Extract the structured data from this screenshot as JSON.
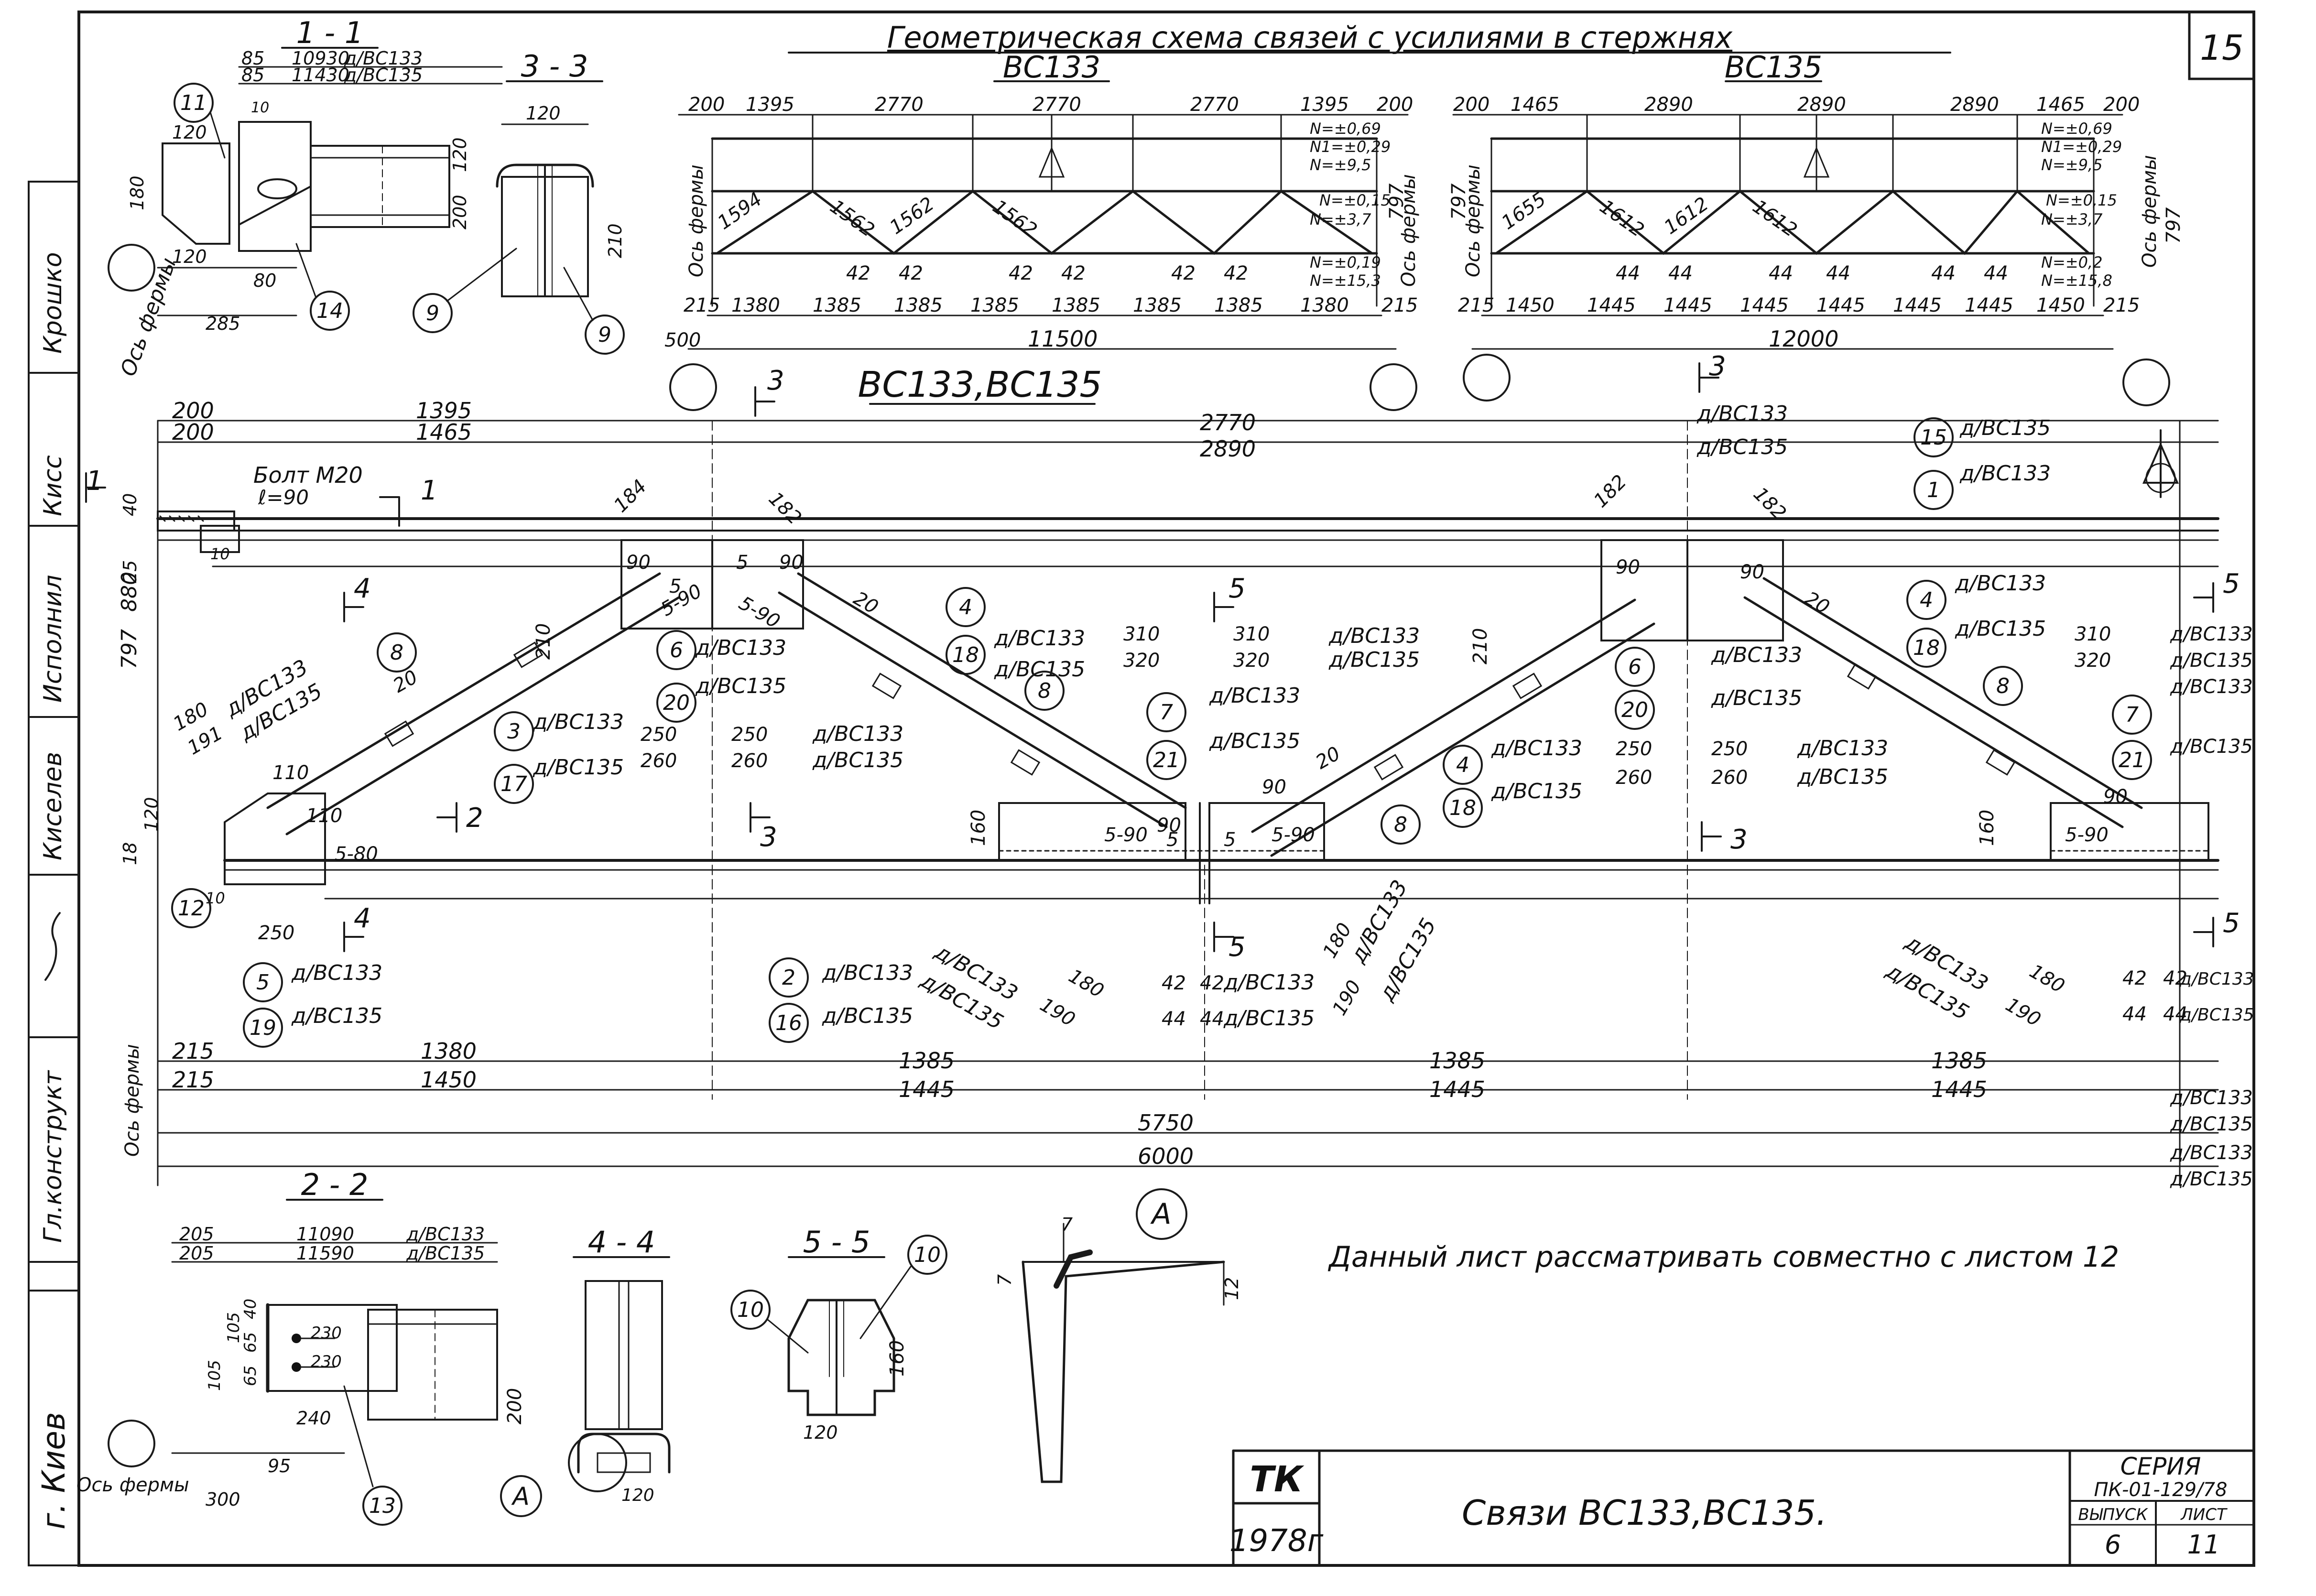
{
  "sheet": {
    "number": "15",
    "title": "Геометрическая схема связей с усилиями в стержнях",
    "scheme_left": "ВС133",
    "scheme_right": "ВС135",
    "main_title": "ВС133,ВС135",
    "note": "Данный лист рассматривать совместно с листом 12",
    "city": "г. Киев",
    "stamp_tk": "ТК",
    "stamp_year": "1978г",
    "drawing_name": "Связи ВС133,ВС135.",
    "series_label": "СЕРИЯ",
    "series_value": "ПК-01-129/78",
    "issue_label": "ВЫПУСК",
    "issue_value": "6",
    "list_label": "ЛИСТ",
    "list_value": "11"
  },
  "sidebar": [
    "Крошко",
    "Кисс",
    "Исполнил",
    "Киселев",
    "Гл.конструкт"
  ],
  "sections": {
    "s11": "1 - 1",
    "s22": "2 - 2",
    "s33": "3 - 3",
    "s44": "4 - 4",
    "s55": "5 - 5",
    "detail_a": "А"
  },
  "scheme_left_dims": {
    "top": [
      "200",
      "1395",
      "2770",
      "2770",
      "2770",
      "1395",
      "200"
    ],
    "bottom": [
      "215",
      "1380",
      "1385",
      "1385",
      "1385",
      "1385",
      "1385",
      "1385",
      "1380",
      "215"
    ],
    "diag": [
      "1594",
      "1562",
      "1562",
      "1562"
    ],
    "gap": [
      "42",
      "42",
      "42",
      "42",
      "42",
      "42"
    ],
    "total": "11500",
    "extra": "500",
    "height": "797",
    "forces_top": [
      "N=±0,69",
      "N1=±0,29",
      "N=±9,5"
    ],
    "forces_mid": [
      "N=±0,15",
      "N=±3,7"
    ],
    "forces_bot": [
      "N=±0,19",
      "N=±15,3"
    ]
  },
  "scheme_right_dims": {
    "top": [
      "200",
      "1465",
      "2890",
      "2890",
      "2890",
      "1465",
      "200"
    ],
    "bottom": [
      "215",
      "1450",
      "1445",
      "1445",
      "1445",
      "1445",
      "1445",
      "1445",
      "1450",
      "215"
    ],
    "diag": [
      "1655",
      "1612",
      "1612",
      "1612"
    ],
    "gap": [
      "44",
      "44",
      "44",
      "44",
      "44",
      "44"
    ],
    "total": "12000",
    "height": "797",
    "forces_top": [
      "N=±0,69",
      "N1=±0,29",
      "N=±9,5"
    ],
    "forces_mid": [
      "N=±0,15",
      "N=±3,7"
    ],
    "forces_bot": [
      "N=±0,2",
      "N=±15,8"
    ]
  },
  "axis_label": "Ось фермы",
  "main_dims": {
    "top1": "200",
    "top1b": "200",
    "top2": "1395",
    "top2b": "1465",
    "top3": "2770",
    "top3b": "2890",
    "bottom1": "215",
    "bottom1b": "215",
    "bottom2": "1380",
    "bottom2b": "1450",
    "bottom3": "1385",
    "bottom3b": "1445",
    "bottom4": "1385",
    "bottom4b": "1445",
    "bottom5": "1385",
    "bottom5b": "1445",
    "total1": "5750",
    "total2": "6000",
    "h880": "880",
    "h797": "797",
    "h25": "25",
    "h40": "40",
    "h18": "18",
    "h120": "120",
    "bolt": "Болт М20",
    "bolt_l": "ℓ=90"
  },
  "marks": {
    "p1": "1",
    "p2": "2",
    "p3": "3",
    "p4": "4",
    "p5": "5",
    "p6": "6",
    "p7": "7",
    "p8": "8",
    "p9": "9",
    "p10": "10",
    "p11": "11",
    "p12": "12",
    "p13": "13",
    "p14": "14",
    "p15": "15",
    "p16": "16",
    "p17": "17",
    "p18": "18",
    "p19": "19",
    "p20": "20",
    "p21": "21"
  },
  "tags": {
    "a133": "д/ВС133",
    "a135": "д/ВС135"
  },
  "misc_dims": {
    "d184": "184",
    "d182": "182",
    "d210": "210",
    "d90": "90",
    "d5": "5",
    "d590": "5-90",
    "d580": "5-80",
    "d310": "310",
    "d320": "320",
    "d250": "250",
    "d260": "260",
    "d180": "180",
    "d191": "191",
    "d190": "190",
    "d110": "110",
    "d160": "160",
    "d42": "42",
    "d44": "44",
    "d20": "20",
    "d10": "10",
    "s11_85": "85",
    "s11_10930": "10930",
    "s11_11430": "11430",
    "s11_120": "120",
    "s11_180": "180",
    "s11_80": "80",
    "s11_285": "285",
    "s11_200": "200",
    "s22_205": "205",
    "s22_11090": "11090",
    "s22_11590": "11590",
    "s22_40": "40",
    "s22_65": "65",
    "s22_105": "105",
    "s22_230": "230",
    "s22_240": "240",
    "s22_95": "95",
    "s22_300": "300",
    "s22_200": "200",
    "s33_120": "120",
    "s33_210": "210",
    "s55_160": "160",
    "s55_120": "120",
    "s44_120": "120",
    "da_7": "7",
    "da_12": "12"
  }
}
